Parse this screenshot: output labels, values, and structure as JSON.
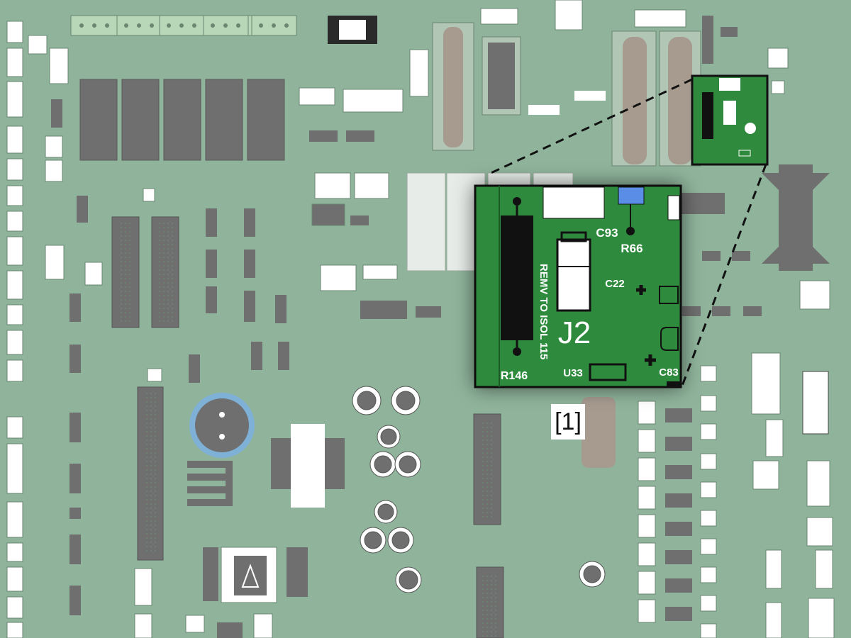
{
  "colors": {
    "board_background": "#8fb49b",
    "component_dark": "#6f6f6f",
    "component_light": "#ffffff",
    "outline": "#5f7c68",
    "highlight_pcb": "#2f8a3e",
    "capacitor_ring": "#7fb0d6",
    "relay_body": "#a79b8f"
  },
  "zoom_detail": {
    "title": "J2",
    "labels": {
      "c93": "C93",
      "r66": "R66",
      "c22": "C22",
      "r146": "R146",
      "u33": "U33",
      "c83": "C83",
      "vertical_text": "REMV TO ISOL 115"
    }
  },
  "callout": {
    "label": "[1]"
  },
  "icons": {
    "highlight_marker": "pcb-highlight-box",
    "leader_lines": "dashed-leader-lines"
  }
}
